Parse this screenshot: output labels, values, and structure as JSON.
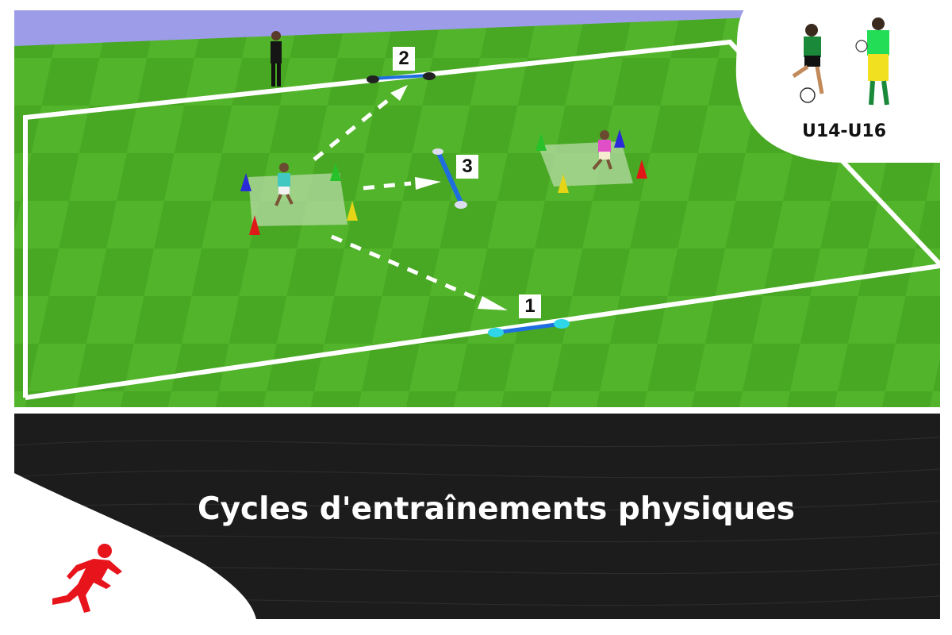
{
  "title": "Cycles d'entraînements physiques",
  "age_group": "U14-U16",
  "markers": [
    {
      "label": "1"
    },
    {
      "label": "2"
    },
    {
      "label": "3"
    }
  ],
  "colors": {
    "pitch_light": "#53b52a",
    "pitch_dark": "#44a020",
    "banner": "#1c1c1c",
    "runner": "#e8141c",
    "sky": "#9c9ce8"
  },
  "icons": [
    "runner-icon",
    "player-dribbling-icon",
    "goalkeeper-icon",
    "referee-icon"
  ]
}
